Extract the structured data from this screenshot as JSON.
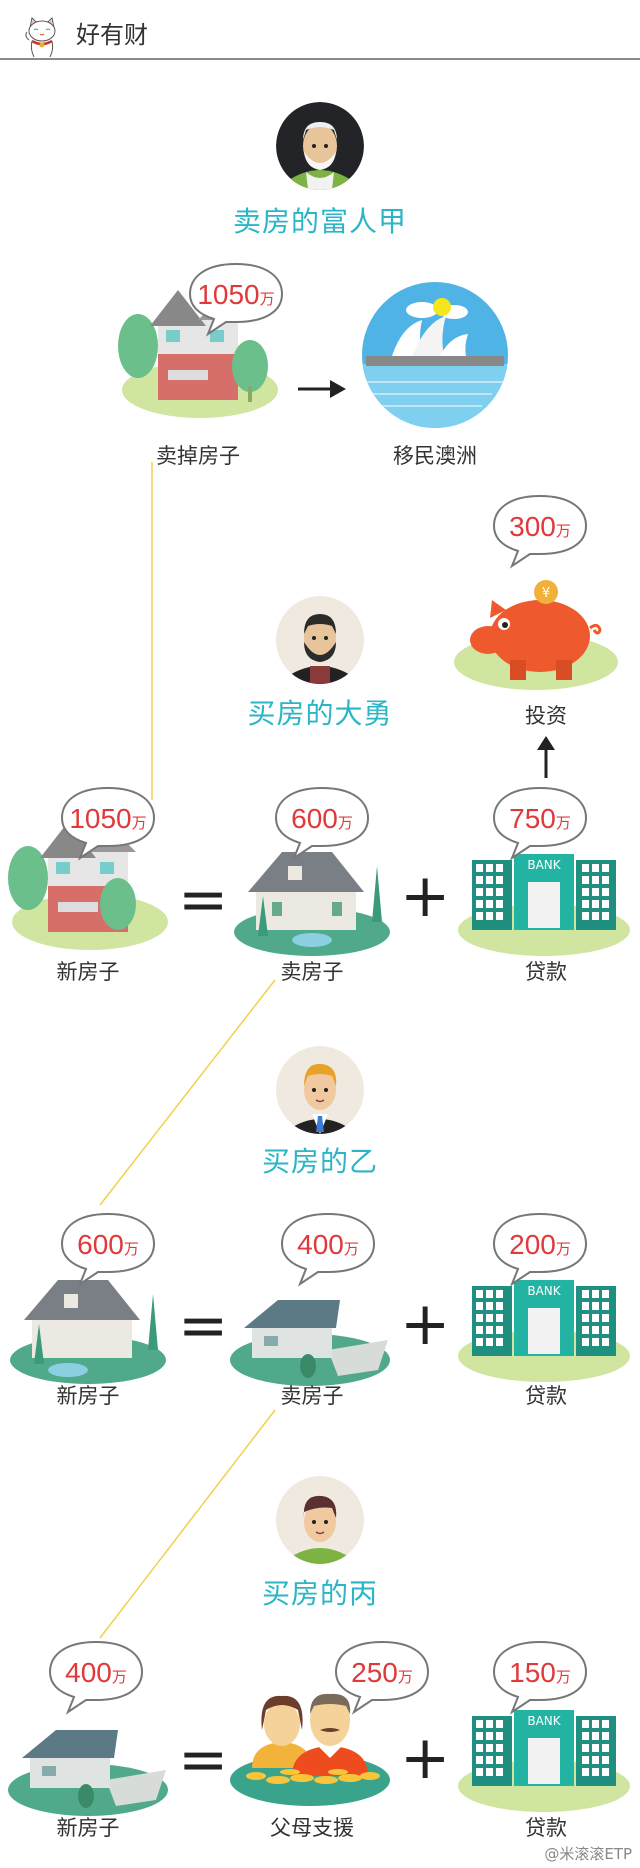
{
  "header": {
    "brand": "好有财",
    "brand_icon": "lucky-cat-icon"
  },
  "colors": {
    "title_teal": "#2bb6c7",
    "amount_red": "#e0393b",
    "connector_yellow": "#f2d04a",
    "grass_green": "#cfe5a0",
    "bank_teal": "#1faa96"
  },
  "unit": "万",
  "sections": [
    {
      "person": "卖房的富人甲",
      "avatar": "old-man-avatar",
      "flow": [
        {
          "label": "卖掉房子",
          "amount": "1050",
          "icon": "red-house-icon"
        },
        {
          "label": "移民澳洲",
          "icon": "sydney-opera-house-icon"
        }
      ]
    },
    {
      "person": "买房的大勇",
      "avatar": "bearded-man-avatar",
      "investment": {
        "label": "投资",
        "amount": "300",
        "icon": "piggy-bank-icon"
      },
      "equation": [
        {
          "label": "新房子",
          "amount": "1050",
          "icon": "red-house-icon"
        },
        {
          "label": "卖房子",
          "amount": "600",
          "icon": "white-cottage-icon"
        },
        {
          "label": "贷款",
          "amount": "750",
          "icon": "bank-icon"
        }
      ]
    },
    {
      "person": "买房的乙",
      "avatar": "blond-man-avatar",
      "equation": [
        {
          "label": "新房子",
          "amount": "600",
          "icon": "white-cottage-icon"
        },
        {
          "label": "卖房子",
          "amount": "400",
          "icon": "bungalow-icon"
        },
        {
          "label": "贷款",
          "amount": "200",
          "icon": "bank-icon"
        }
      ]
    },
    {
      "person": "买房的丙",
      "avatar": "young-man-avatar",
      "equation": [
        {
          "label": "新房子",
          "amount": "400",
          "icon": "bungalow-icon"
        },
        {
          "label": "父母支援",
          "amount": "250",
          "icon": "parents-icon"
        },
        {
          "label": "贷款",
          "amount": "150",
          "icon": "bank-icon"
        }
      ]
    }
  ],
  "operators": {
    "equals": "=",
    "plus": "+"
  },
  "bank_sign": "BANK",
  "watermark": "@米滚滚ETP"
}
